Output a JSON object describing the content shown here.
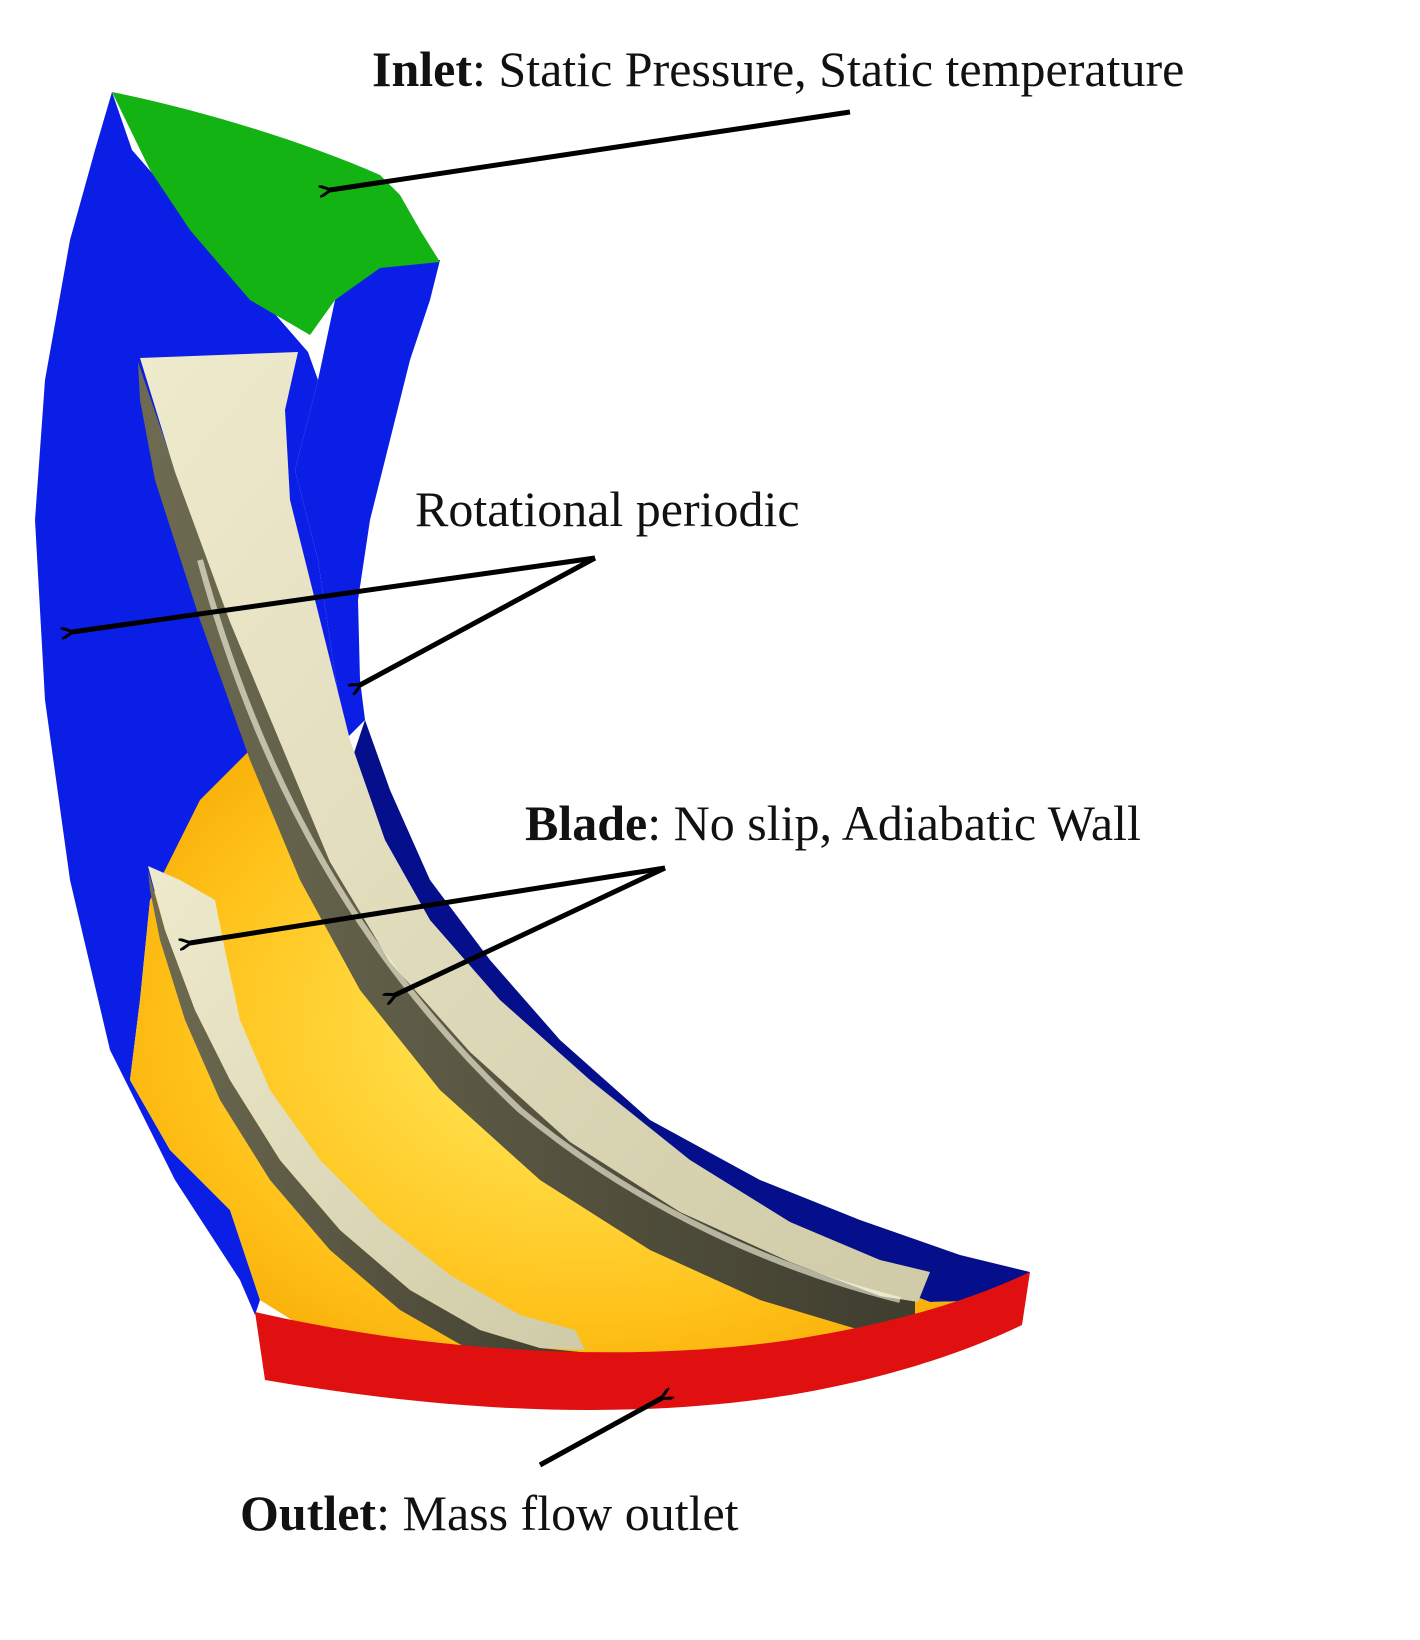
{
  "labels": {
    "inlet": {
      "title": "Inlet",
      "detail": ": Static Pressure, Static temperature"
    },
    "periodic": {
      "text": "Rotational periodic"
    },
    "blade": {
      "title": "Blade",
      "detail": ": No slip, Adiabatic Wall"
    },
    "outlet": {
      "title": "Outlet",
      "detail": ": Mass flow outlet"
    }
  },
  "colors": {
    "inlet": "#14b314",
    "periodic": "#0a1ee6",
    "periodic_shadow": "#050f8c",
    "hub": "#ffc21a",
    "blade": "#e6e2c2",
    "blade_shadow": "#5c5a45",
    "outlet": "#e01010",
    "arrow": "#000000"
  }
}
